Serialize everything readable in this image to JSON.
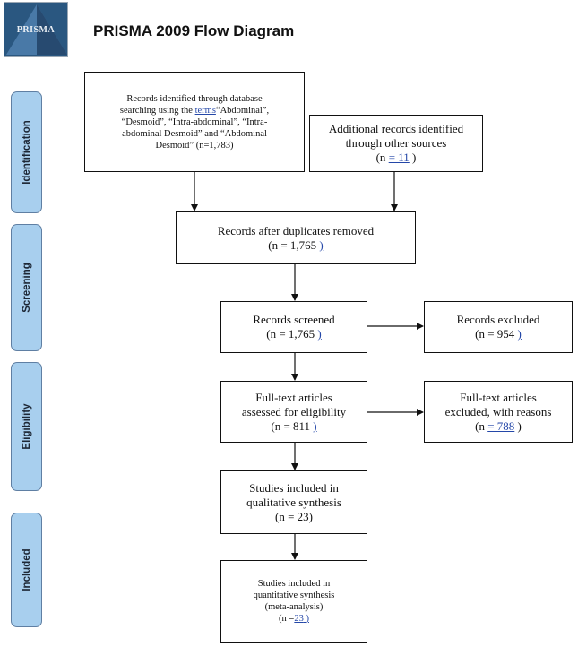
{
  "logo": {
    "text": "PRISMA"
  },
  "title": "PRISMA 2009 Flow Diagram",
  "phases": {
    "identification": "Identification",
    "screening": "Screening",
    "eligibility": "Eligibility",
    "included": "Included"
  },
  "boxes": {
    "database": {
      "l1": "Records identified through database",
      "l2a": "searching using the ",
      "l2b": "terms",
      "l2c": "“Abdominal”,",
      "l3": "“Desmoid”, “Intra-abdominal”, “Intra-",
      "l4": "abdominal Desmoid” and “Abdominal",
      "l5": "Desmoid” (n=1,783)"
    },
    "other": {
      "l1": "Additional records identified",
      "l2": "through other sources",
      "l3a": "(n ",
      "l3b": "= 11",
      "l3c": " )"
    },
    "duplicates": {
      "l1": "Records after duplicates removed",
      "l2a": "(n = 1,765 ",
      "l2b": " )"
    },
    "screened": {
      "l1": "Records screened",
      "l2a": "(n = 1,765 ",
      "l2b": " )"
    },
    "excluded": {
      "l1": "Records excluded",
      "l2a": "(n = 954 ",
      "l2b": " )"
    },
    "fulltext": {
      "l1": "Full-text articles",
      "l2": "assessed for eligibility",
      "l3a": "(n = 811 ",
      "l3b": " )"
    },
    "fulltext_excluded": {
      "l1": "Full-text articles",
      "l2": "excluded, with reasons",
      "l3a": "(n ",
      "l3b": "= 788",
      "l3c": " )"
    },
    "qualitative": {
      "l1": "Studies included in",
      "l2": "qualitative synthesis",
      "l3": "(n = 23)"
    },
    "quantitative": {
      "l1": "Studies included in",
      "l2": "quantitative synthesis",
      "l3": "(meta-analysis)",
      "l4a": "(n =",
      "l4b": "23",
      "l4c": " )"
    }
  }
}
